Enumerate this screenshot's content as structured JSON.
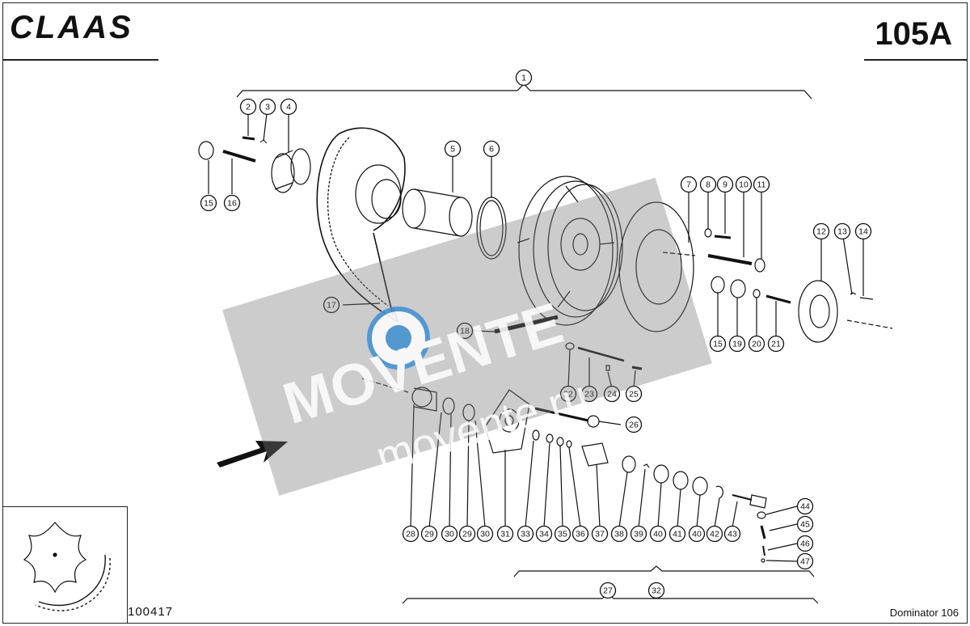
{
  "header": {
    "brand_logo": "CLAAS",
    "page_code": "105A"
  },
  "footer": {
    "drawing_number": "100417",
    "model": "Dominator 106"
  },
  "watermark": {
    "logo_text": "MOVENTE",
    "url_text": "movente.ru"
  },
  "callouts": [
    "1",
    "2",
    "3",
    "4",
    "5",
    "6",
    "7",
    "8",
    "9",
    "10",
    "11",
    "12",
    "13",
    "14",
    "15",
    "16",
    "15",
    "17",
    "18",
    "19",
    "20",
    "21",
    "22",
    "23",
    "24",
    "25",
    "26",
    "27",
    "28",
    "29",
    "30",
    "29",
    "30",
    "31",
    "32",
    "33",
    "34",
    "35",
    "36",
    "37",
    "38",
    "39",
    "40",
    "41",
    "40",
    "42",
    "43",
    "44",
    "45",
    "46",
    "47"
  ]
}
